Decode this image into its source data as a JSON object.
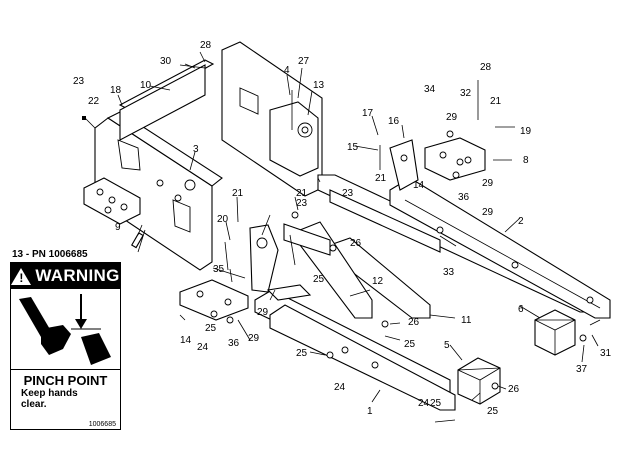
{
  "decal": {
    "part_number": "13 - PN 1006685",
    "warning": "WARNING",
    "hazard": "PINCH POINT",
    "instruction_line1": "Keep hands",
    "instruction_line2": "clear.",
    "code": "1006685"
  },
  "callouts": {
    "c1": "1",
    "c2": "2",
    "c3": "3",
    "c4": "4",
    "c5": "5",
    "c6": "6",
    "c8": "8",
    "c9": "9",
    "c10": "10",
    "c11": "11",
    "c12": "12",
    "c13a": "13",
    "c14a": "14",
    "c14b": "14",
    "c15": "15",
    "c16": "16",
    "c17": "17",
    "c18": "18",
    "c19": "19",
    "c20": "20",
    "c21a": "21",
    "c21b": "21",
    "c21c": "21",
    "c21d": "21",
    "c22": "22",
    "c23a": "23",
    "c23b": "23",
    "c23c": "23",
    "c24a": "24",
    "c24b": "24",
    "c24c": "24",
    "c25a": "25",
    "c25b": "25",
    "c25c": "25",
    "c25d": "25",
    "c25e": "25",
    "c25f": "25",
    "c26a": "26",
    "c26b": "26",
    "c26c": "26",
    "c27": "27",
    "c28a": "28",
    "c28b": "28",
    "c29a": "29",
    "c29b": "29",
    "c29c": "29",
    "c29d": "29",
    "c29e": "29",
    "c30": "30",
    "c31": "31",
    "c32": "32",
    "c33": "33",
    "c34": "34",
    "c35": "35",
    "c36a": "36",
    "c36b": "36",
    "c37": "37"
  }
}
